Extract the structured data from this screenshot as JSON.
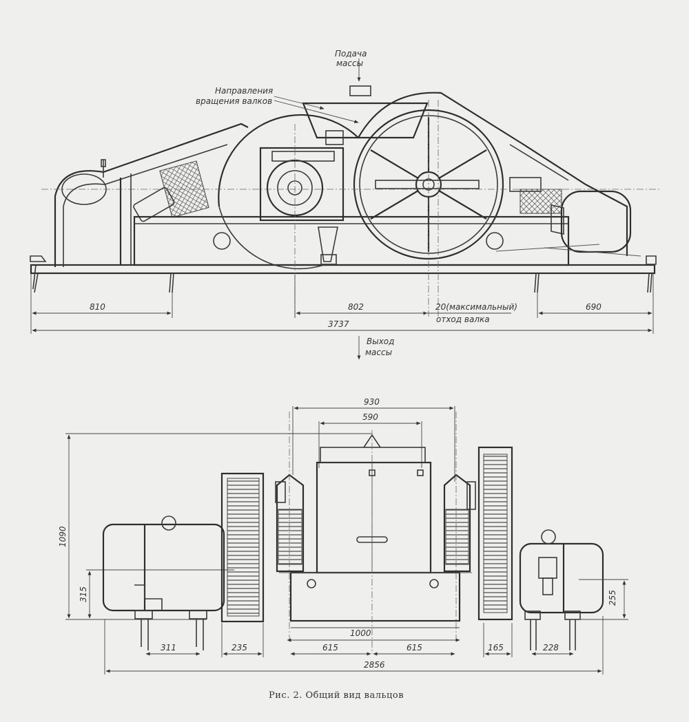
{
  "labels": {
    "feed_line1": "Подача",
    "feed_line2": "массы",
    "rotation_line1": "Направления",
    "rotation_line2": "вращения валков",
    "exit_line1": "Выход",
    "exit_line2": "массы",
    "max_travel_line1": "20(максимальный)",
    "max_travel_line2": "отход валка"
  },
  "top_dimensions": {
    "left": "810",
    "middle": "802",
    "right": "690",
    "overall": "3737"
  },
  "bottom_dimensions": {
    "width_930": "930",
    "width_590": "590",
    "height_1090": "1090",
    "height_315": "315",
    "height_255": "255",
    "roll_1000": "1000",
    "d_311": "311",
    "d_235": "235",
    "d_615_left": "615",
    "d_615_right": "615",
    "d_165": "165",
    "d_228": "228",
    "overall": "2856"
  },
  "caption": "Рис. 2. Общий вид вальцов"
}
